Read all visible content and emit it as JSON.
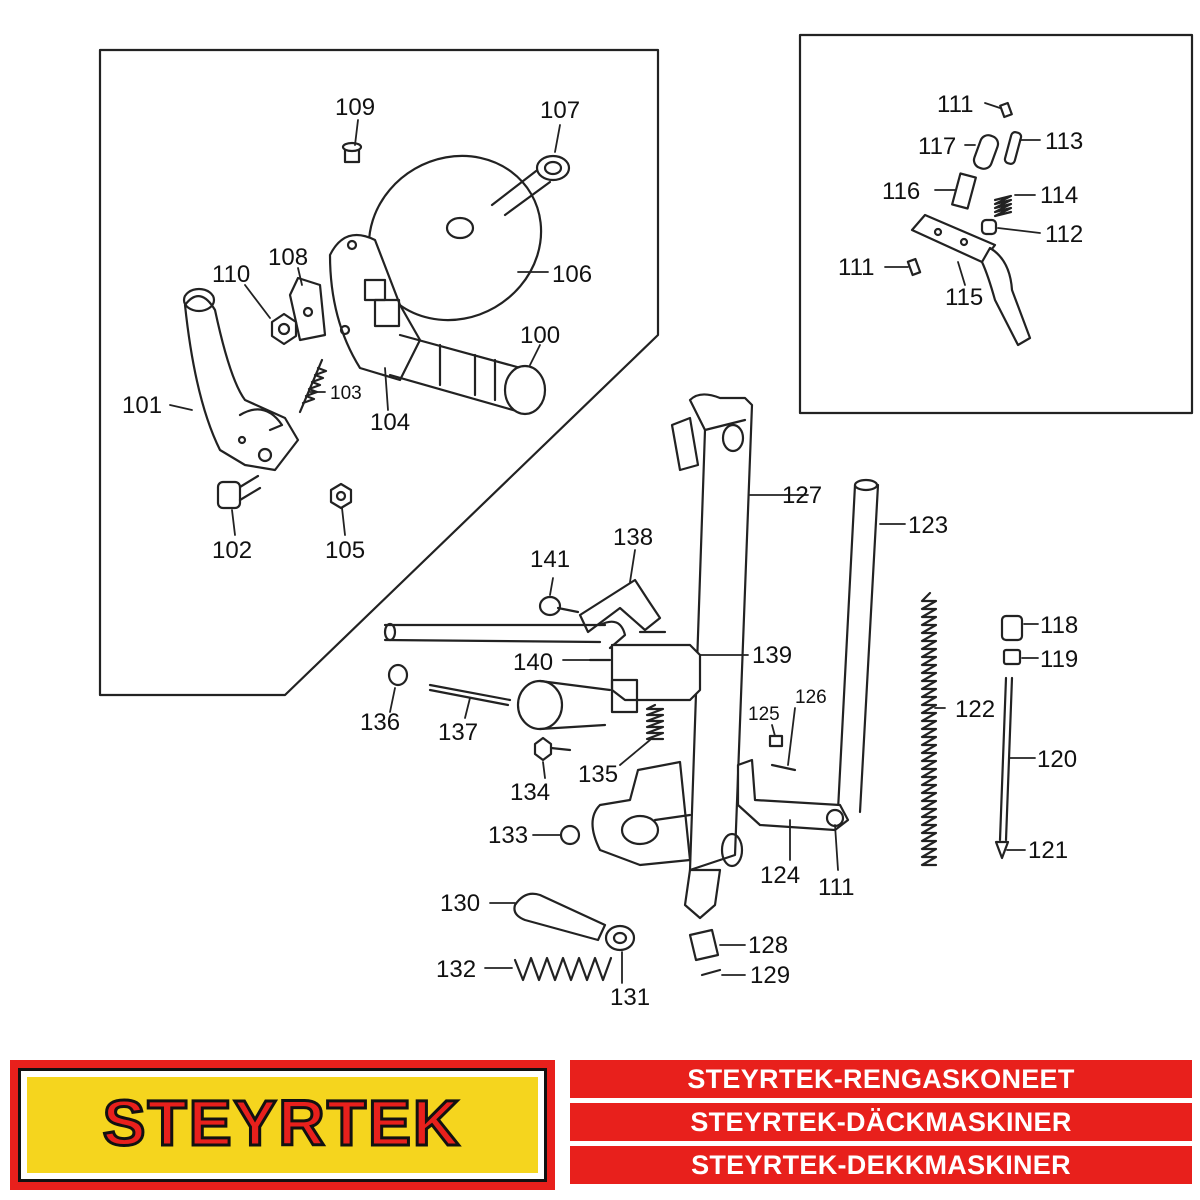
{
  "diagram": {
    "part_labels": [
      "109",
      "107",
      "110",
      "108",
      "106",
      "100",
      "101",
      "103",
      "104",
      "102",
      "105",
      "111",
      "117",
      "113",
      "116",
      "114",
      "112",
      "111",
      "115",
      "127",
      "123",
      "141",
      "138",
      "139",
      "140",
      "136",
      "137",
      "126",
      "125",
      "122",
      "118",
      "119",
      "120",
      "134",
      "135",
      "133",
      "124",
      "111",
      "121",
      "130",
      "128",
      "132",
      "131",
      "129"
    ]
  },
  "footer": {
    "logo_text": "STEYRTEK",
    "banners": [
      "STEYRTEK-RENGASKONEET",
      "STEYRTEK-DÄCKMASKINER",
      "STEYRTEK-DEKKMASKINER"
    ]
  },
  "colors": {
    "brand_red": "#e8201c",
    "logo_yellow": "#f5d51e",
    "ink": "#111111"
  }
}
